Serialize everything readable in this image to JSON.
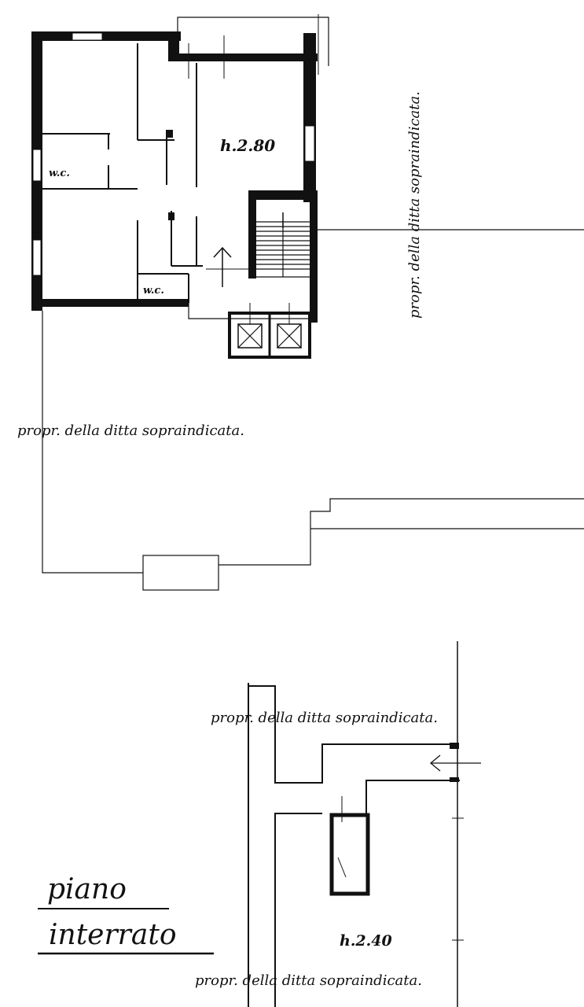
{
  "labels": {
    "wc_upper": "w.c.",
    "wc_lower": "w.c.",
    "height_ground": "h.2.80",
    "owner_vertical": "propr. della ditta sopraindicata.",
    "owner_mid": "propr. della ditta sopraindicata.",
    "owner_basement_top": "propr. della ditta sopraindicata.",
    "height_basement": "h.2.40",
    "owner_basement_bottom": "propr. della ditta sopraindicata.",
    "title_line1": "piano",
    "title_line2": "interrato"
  },
  "colors": {
    "ink": "#111111",
    "paper": "#ffffff"
  }
}
